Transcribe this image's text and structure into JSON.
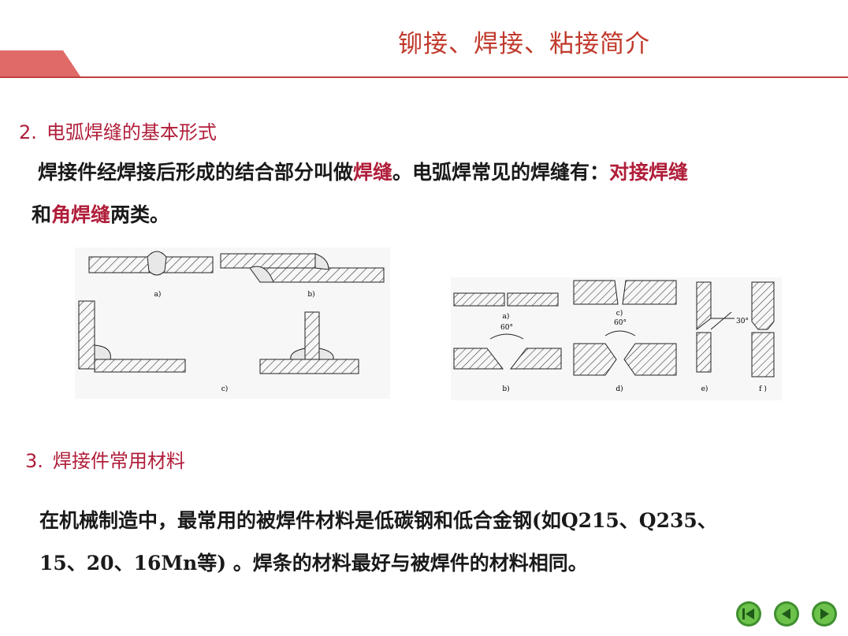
{
  "header": {
    "title": "铆接、焊接、粘接简介"
  },
  "section2": {
    "number": "2.",
    "heading": "电弧焊缝的基本形式",
    "para_line1_a": "焊接件经焊接后形成的结合部分叫做",
    "para_hl1": "焊缝",
    "para_line1_b": "。电弧焊常见的焊缝有：",
    "para_hl2": "对接焊缝",
    "para_line2_a": "和",
    "para_hl3": "角焊缝",
    "para_line2_b": "两类。"
  },
  "figure_left": {
    "label_a": "a)",
    "label_b": "b)",
    "label_c": "c)"
  },
  "figure_right": {
    "label_a": "a)",
    "label_b": "b)",
    "label_c": "c)",
    "label_d": "d)",
    "label_e": "e)",
    "label_f": "f )",
    "angle_b": "60°",
    "angle_d": "60°",
    "angle_e": "30°"
  },
  "section3": {
    "number": "3.",
    "heading": "焊接件常用材料",
    "para_line1": "在机械制造中，最常用的被焊件材料是低碳钢和低合金钢(如Q215、Q235、",
    "para_line2": "15、20、16Mn等) 。焊条的材料最好与被焊件的材料相同。"
  },
  "nav": {
    "first_icon": "first-page-icon",
    "prev_icon": "previous-page-icon",
    "next_icon": "next-page-icon"
  },
  "colors": {
    "accent": "#c0403f",
    "highlight": "#b01e3a",
    "nav_green": "#3f8f2f"
  }
}
